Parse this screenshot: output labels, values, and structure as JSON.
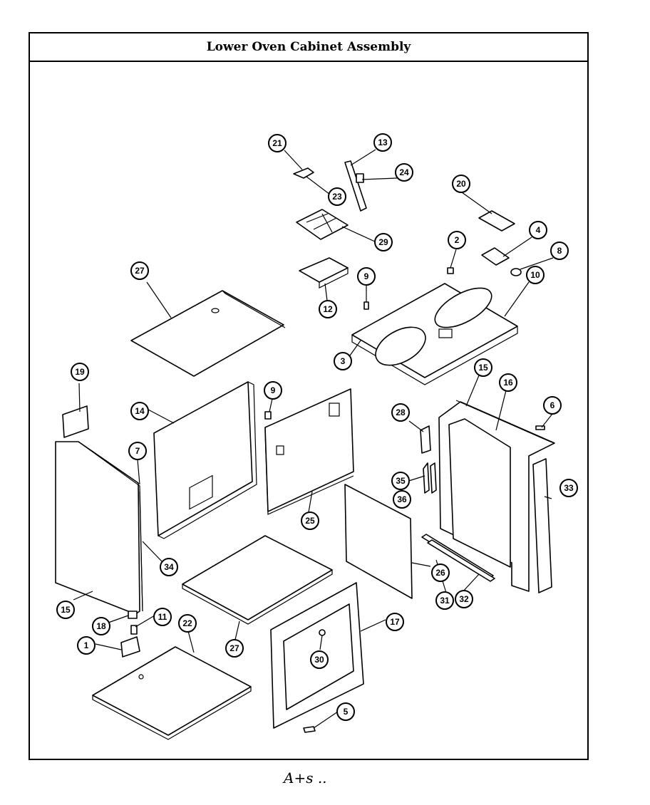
{
  "title": "Lower Oven Cabinet Assembly",
  "footer_note": "A+s ..",
  "callouts": [
    {
      "id": "c21",
      "label": "21"
    },
    {
      "id": "c13",
      "label": "13"
    },
    {
      "id": "c24",
      "label": "24"
    },
    {
      "id": "c23",
      "label": "23"
    },
    {
      "id": "c29",
      "label": "29"
    },
    {
      "id": "c20",
      "label": "20"
    },
    {
      "id": "c4",
      "label": "4"
    },
    {
      "id": "c8",
      "label": "8"
    },
    {
      "id": "c2",
      "label": "2"
    },
    {
      "id": "c10",
      "label": "10"
    },
    {
      "id": "c27a",
      "label": "27"
    },
    {
      "id": "c9a",
      "label": "9"
    },
    {
      "id": "c12",
      "label": "12"
    },
    {
      "id": "c3",
      "label": "3"
    },
    {
      "id": "c19",
      "label": "19"
    },
    {
      "id": "c14",
      "label": "14"
    },
    {
      "id": "c9b",
      "label": "9"
    },
    {
      "id": "c15a",
      "label": "15"
    },
    {
      "id": "c16",
      "label": "16"
    },
    {
      "id": "c6",
      "label": "6"
    },
    {
      "id": "c28",
      "label": "28"
    },
    {
      "id": "c7",
      "label": "7"
    },
    {
      "id": "c35",
      "label": "35"
    },
    {
      "id": "c36",
      "label": "36"
    },
    {
      "id": "c33",
      "label": "33"
    },
    {
      "id": "c25",
      "label": "25"
    },
    {
      "id": "c34",
      "label": "34"
    },
    {
      "id": "c26",
      "label": "26"
    },
    {
      "id": "c31",
      "label": "31"
    },
    {
      "id": "c32",
      "label": "32"
    },
    {
      "id": "c15b",
      "label": "15"
    },
    {
      "id": "c18",
      "label": "18"
    },
    {
      "id": "c11",
      "label": "11"
    },
    {
      "id": "c17",
      "label": "17"
    },
    {
      "id": "c22",
      "label": "22"
    },
    {
      "id": "c1",
      "label": "1"
    },
    {
      "id": "c27b",
      "label": "27"
    },
    {
      "id": "c30",
      "label": "30"
    },
    {
      "id": "c5",
      "label": "5"
    }
  ]
}
